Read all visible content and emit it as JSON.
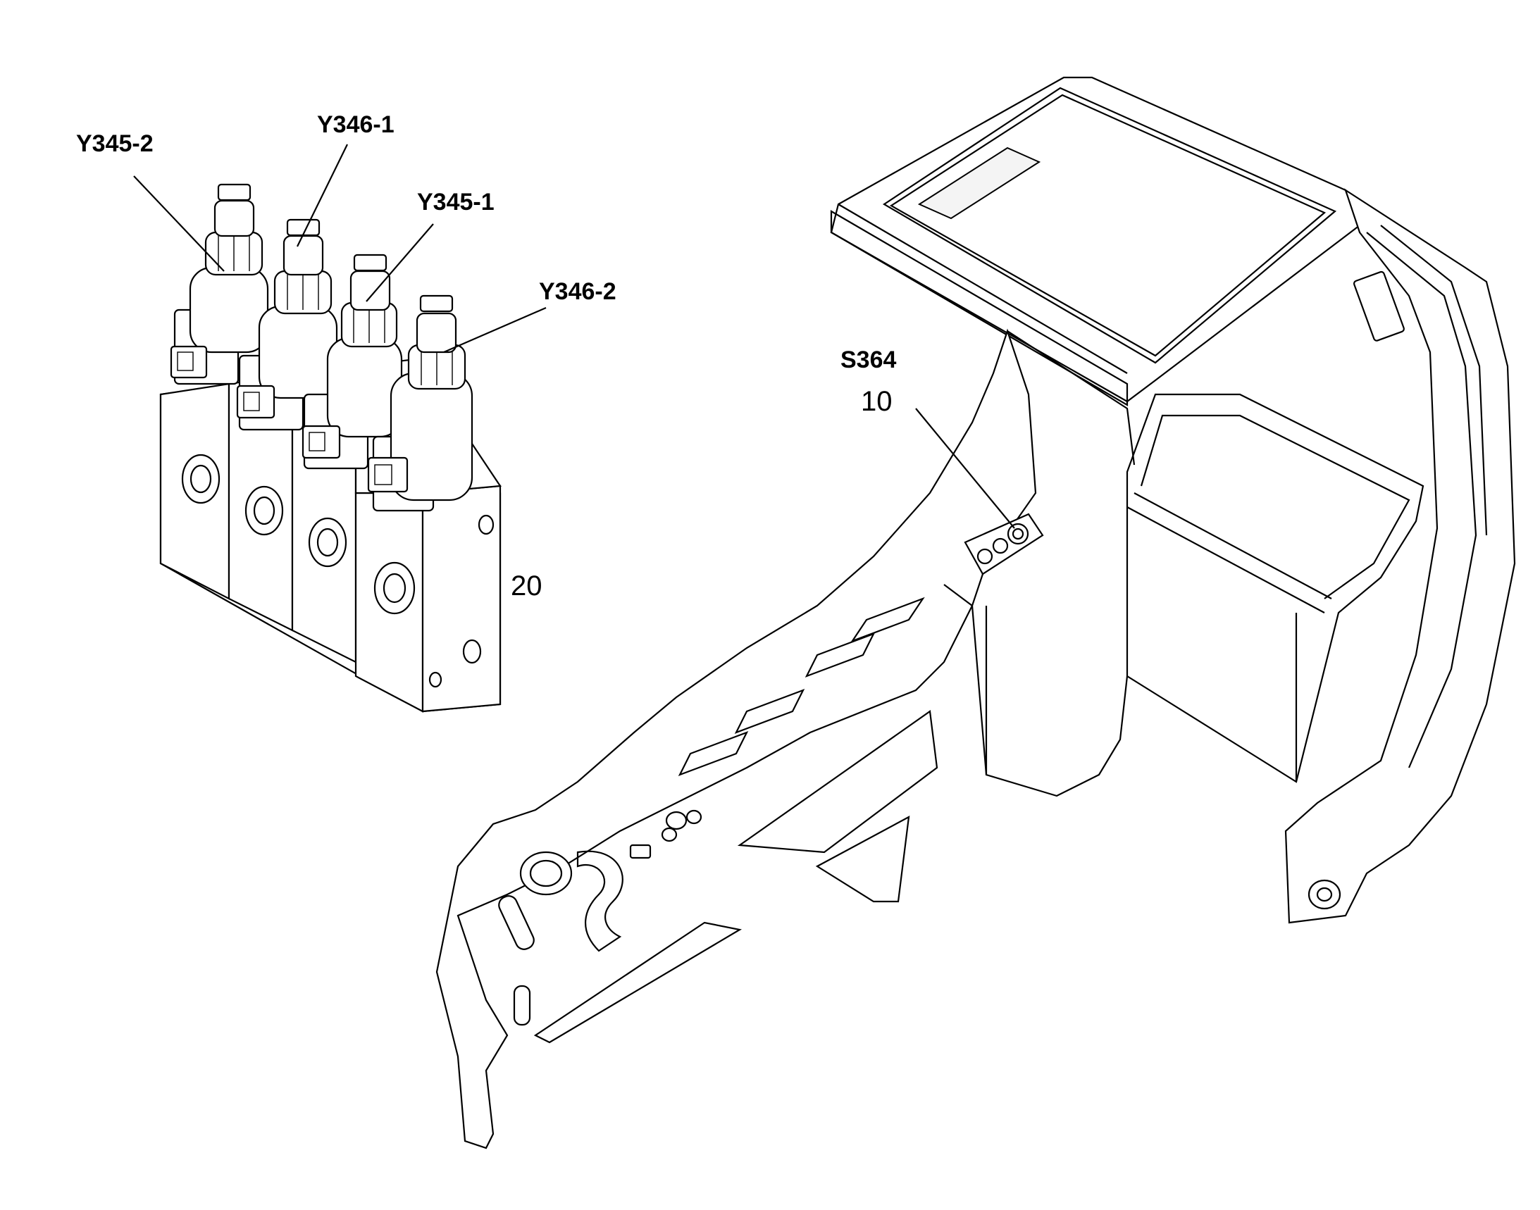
{
  "labels": {
    "valve_y345_2": "Y345-2",
    "valve_y346_1": "Y346-1",
    "valve_y345_1": "Y345-1",
    "valve_y346_2": "Y346-2",
    "valve_block_number": "20",
    "switch_code": "S364",
    "switch_number": "10"
  }
}
